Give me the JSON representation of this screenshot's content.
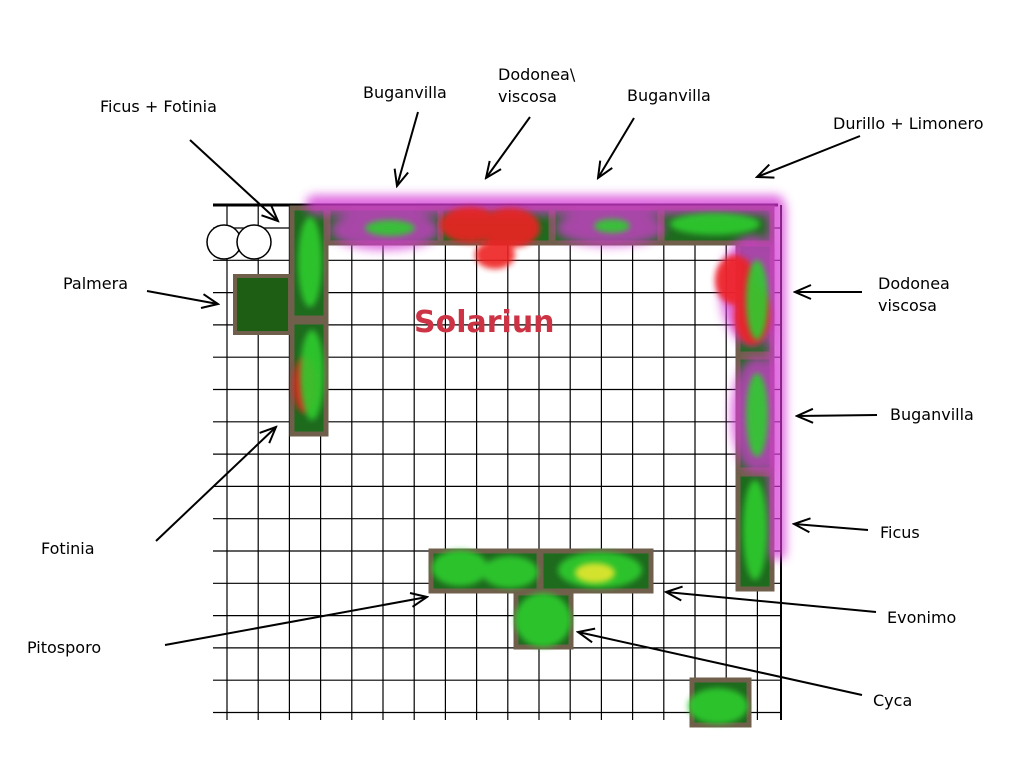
{
  "title": "Solariun",
  "colors": {
    "title": "#cc3344",
    "grid": "#000000",
    "planter_border": "#6f5f4b",
    "planter_fill": "#1e6b1e",
    "foliage": "#2ecc2e",
    "bougainvillea": "#d63ad6",
    "red_flowers": "#ee2222",
    "yellow_flowers": "#e6e62e",
    "palm_block": "#1e5e14"
  },
  "labels": {
    "ficus_fotinia": "Ficus + Fotinia",
    "buganvilla_1": "Buganvilla",
    "dodonea_top_1": "Dodonea\\",
    "dodonea_top_2": "viscosa",
    "buganvilla_2": "Buganvilla",
    "durillo_limonero": "Durillo + Limonero",
    "palmera": "Palmera",
    "dodonea_right_1": "Dodonea",
    "dodonea_right_2": "viscosa",
    "buganvilla_3": "Buganvilla",
    "ficus": "Ficus",
    "fotinia": "Fotinia",
    "evonimo": "Evonimo",
    "pitosporo": "Pitosporo",
    "cyca": "Cyca"
  }
}
